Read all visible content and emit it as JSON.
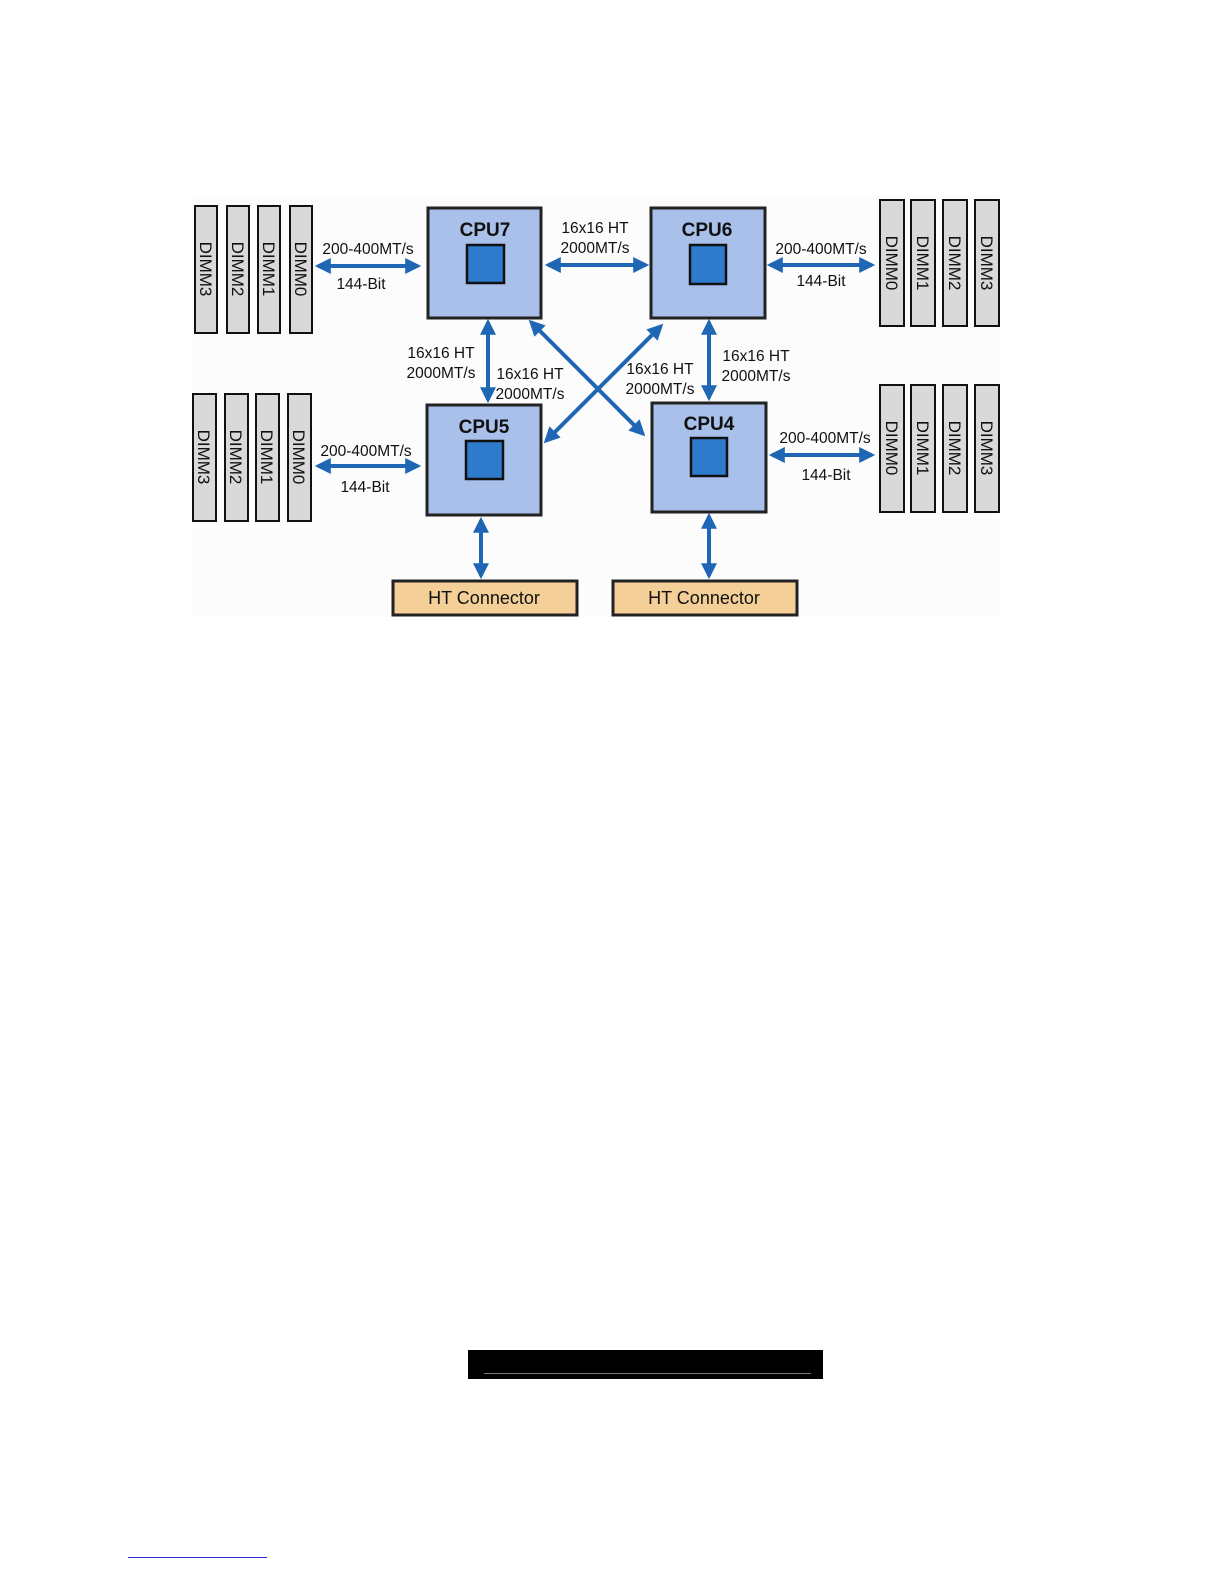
{
  "diagram": {
    "cpus": [
      {
        "id": "cpu7",
        "label": "CPU7"
      },
      {
        "id": "cpu6",
        "label": "CPU6"
      },
      {
        "id": "cpu5",
        "label": "CPU5"
      },
      {
        "id": "cpu4",
        "label": "CPU4"
      }
    ],
    "dimm_banks": [
      {
        "id": "cpu7",
        "slots": [
          "DIMM3",
          "DIMM2",
          "DIMM1",
          "DIMM0"
        ]
      },
      {
        "id": "cpu6",
        "slots": [
          "DIMM0",
          "DIMM1",
          "DIMM2",
          "DIMM3"
        ]
      },
      {
        "id": "cpu5",
        "slots": [
          "DIMM3",
          "DIMM2",
          "DIMM1",
          "DIMM0"
        ]
      },
      {
        "id": "cpu4",
        "slots": [
          "DIMM0",
          "DIMM1",
          "DIMM2",
          "DIMM3"
        ]
      }
    ],
    "memory_link": {
      "speed": "200-400MT/s",
      "width": "144-Bit"
    },
    "ht_link": {
      "width": "16x16 HT",
      "speed": "2000MT/s"
    },
    "connectors": [
      "HT Connector",
      "HT Connector"
    ],
    "colors": {
      "arrow": "#1f67b4",
      "cpu_package": "#a9c0ea",
      "cpu_die": "#2e7bcd",
      "dimm": "#d9d9d9",
      "connector": "#f4cf98"
    }
  }
}
